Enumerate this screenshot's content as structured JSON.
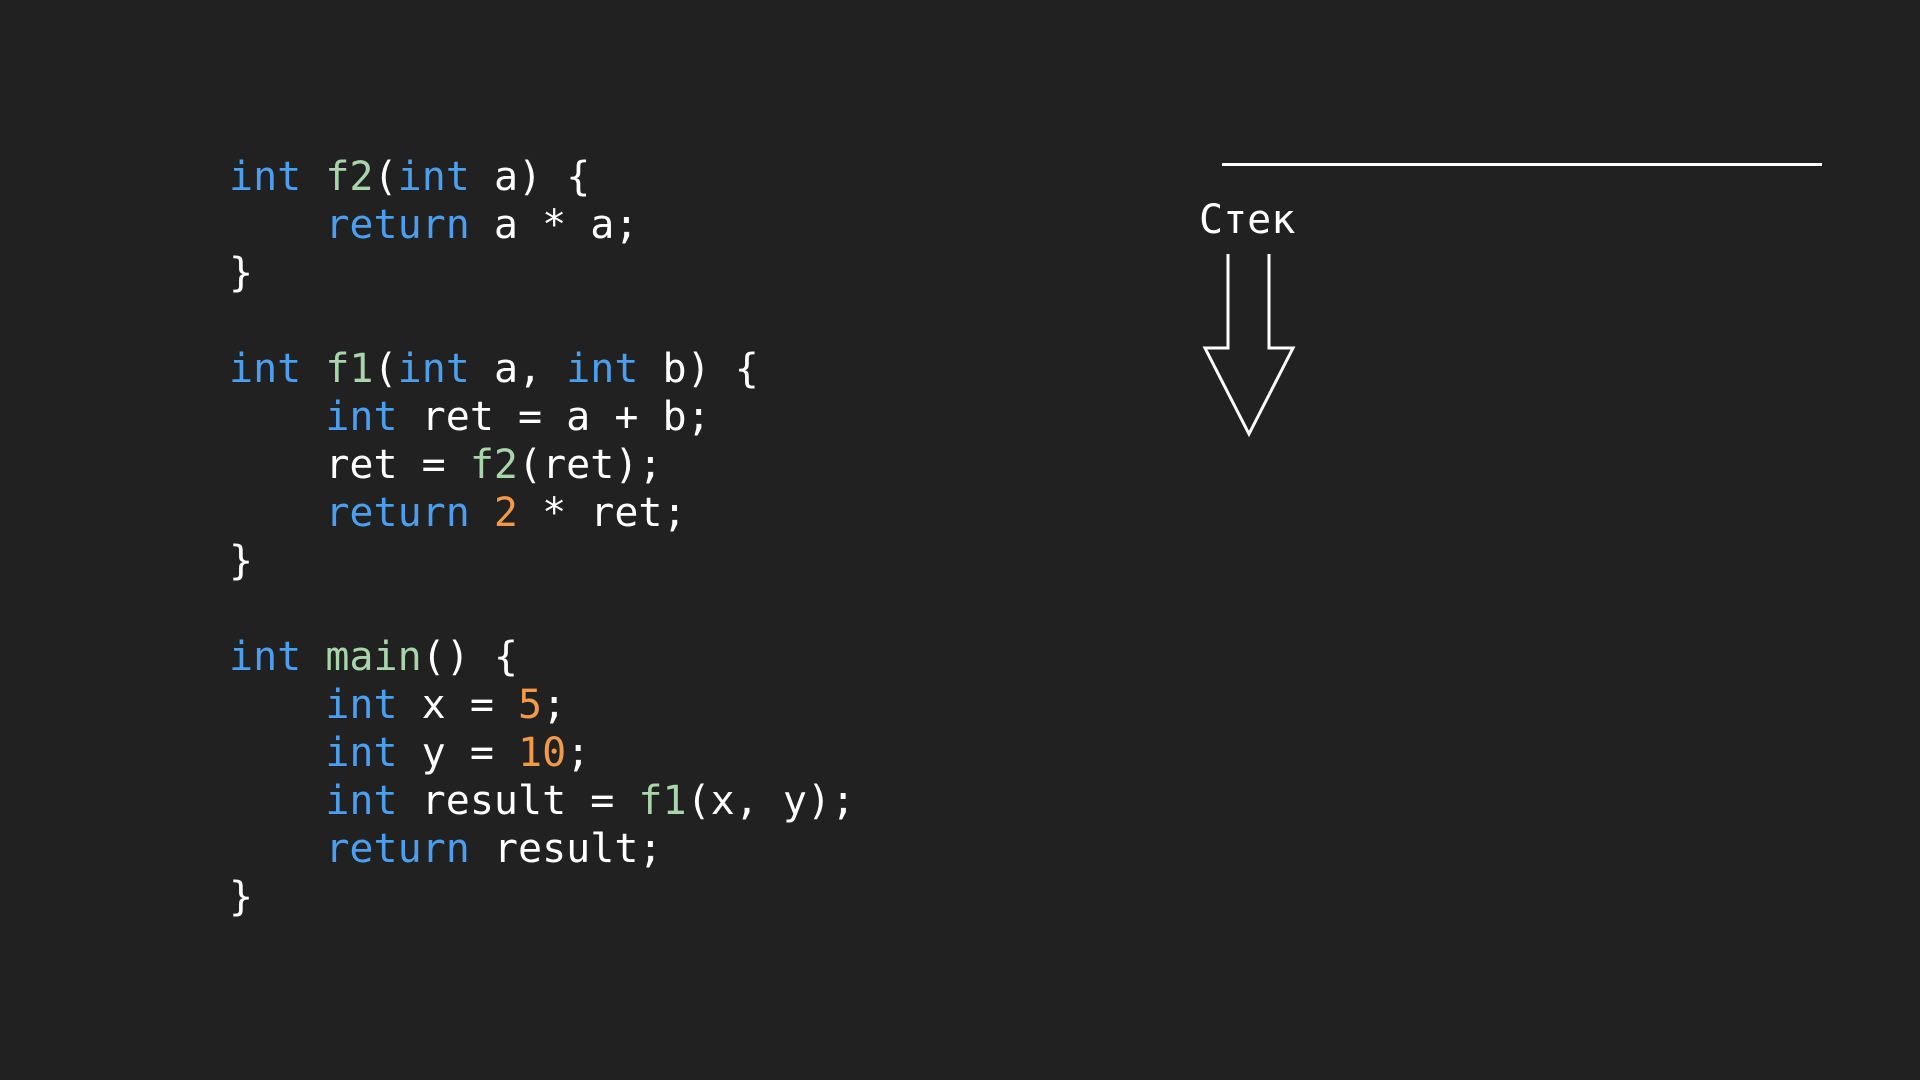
{
  "colors": {
    "background": "#212121",
    "keyword": "#4a9fef",
    "function": "#a8d5a9",
    "number": "#f39a4a",
    "text": "#ffffff"
  },
  "code_lines": [
    [
      [
        "kw",
        "int"
      ],
      [
        "txt",
        " "
      ],
      [
        "fn",
        "f2"
      ],
      [
        "txt",
        "("
      ],
      [
        "kw",
        "int"
      ],
      [
        "txt",
        " a) {"
      ]
    ],
    [
      [
        "txt",
        "    "
      ],
      [
        "kw",
        "return"
      ],
      [
        "txt",
        " a * a;"
      ]
    ],
    [
      [
        "txt",
        "}"
      ]
    ],
    [],
    [
      [
        "kw",
        "int"
      ],
      [
        "txt",
        " "
      ],
      [
        "fn",
        "f1"
      ],
      [
        "txt",
        "("
      ],
      [
        "kw",
        "int"
      ],
      [
        "txt",
        " a, "
      ],
      [
        "kw",
        "int"
      ],
      [
        "txt",
        " b) {"
      ]
    ],
    [
      [
        "txt",
        "    "
      ],
      [
        "kw",
        "int"
      ],
      [
        "txt",
        " ret = a + b;"
      ]
    ],
    [
      [
        "txt",
        "    ret = "
      ],
      [
        "fn",
        "f2"
      ],
      [
        "txt",
        "(ret);"
      ]
    ],
    [
      [
        "txt",
        "    "
      ],
      [
        "kw",
        "return"
      ],
      [
        "txt",
        " "
      ],
      [
        "num",
        "2"
      ],
      [
        "txt",
        " * ret;"
      ]
    ],
    [
      [
        "txt",
        "}"
      ]
    ],
    [],
    [
      [
        "kw",
        "int"
      ],
      [
        "txt",
        " "
      ],
      [
        "fn",
        "main"
      ],
      [
        "txt",
        "() {"
      ]
    ],
    [
      [
        "txt",
        "    "
      ],
      [
        "kw",
        "int"
      ],
      [
        "txt",
        " x = "
      ],
      [
        "num",
        "5"
      ],
      [
        "txt",
        ";"
      ]
    ],
    [
      [
        "txt",
        "    "
      ],
      [
        "kw",
        "int"
      ],
      [
        "txt",
        " y = "
      ],
      [
        "num",
        "10"
      ],
      [
        "txt",
        ";"
      ]
    ],
    [
      [
        "txt",
        "    "
      ],
      [
        "kw",
        "int"
      ],
      [
        "txt",
        " result = "
      ],
      [
        "fn",
        "f1"
      ],
      [
        "txt",
        "(x, y);"
      ]
    ],
    [
      [
        "txt",
        "    "
      ],
      [
        "kw",
        "return"
      ],
      [
        "txt",
        " result;"
      ]
    ],
    [
      [
        "txt",
        "}"
      ]
    ]
  ],
  "stack": {
    "label": "Стек",
    "arrow_icon": "down-arrow-icon"
  }
}
